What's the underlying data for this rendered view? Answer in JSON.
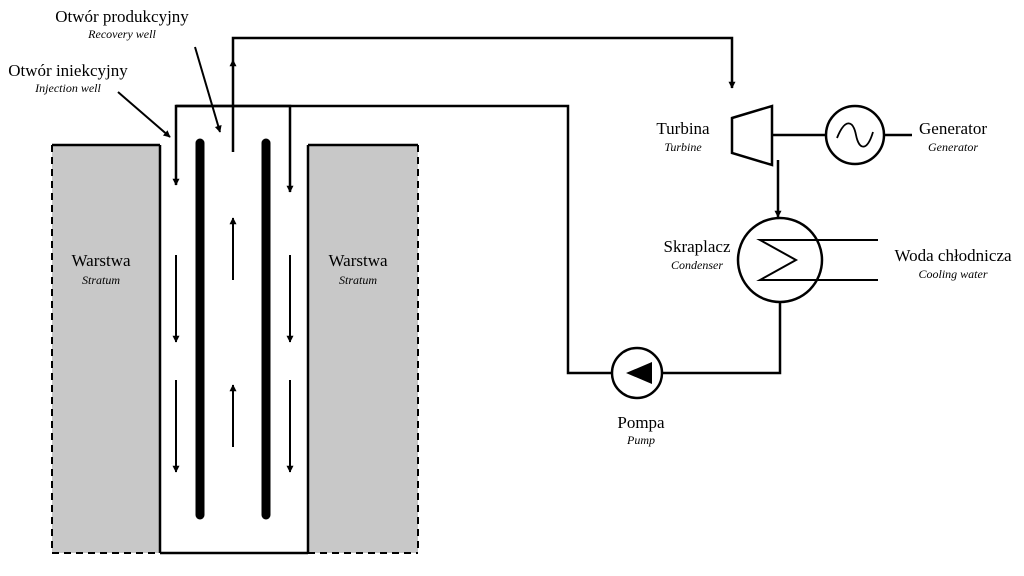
{
  "labels": {
    "recovery_well": {
      "pl": "Otwór produkcyjny",
      "en": "Recovery well"
    },
    "injection_well": {
      "pl": "Otwór iniekcyjny",
      "en": "Injection well"
    },
    "stratum_left": {
      "pl": "Warstwa",
      "en": "Stratum"
    },
    "stratum_right": {
      "pl": "Warstwa",
      "en": "Stratum"
    },
    "turbine": {
      "pl": "Turbina",
      "en": "Turbine"
    },
    "generator": {
      "pl": "Generator",
      "en": "Generator"
    },
    "condenser": {
      "pl": "Skraplacz",
      "en": "Condenser"
    },
    "cooling_water": {
      "pl": "Woda chłodnicza",
      "en": "Cooling water"
    },
    "pump": {
      "pl": "Pompa",
      "en": "Pump"
    }
  },
  "colors": {
    "stratum_fill": "#c8c8c8",
    "line": "#000000",
    "background": "#ffffff"
  }
}
